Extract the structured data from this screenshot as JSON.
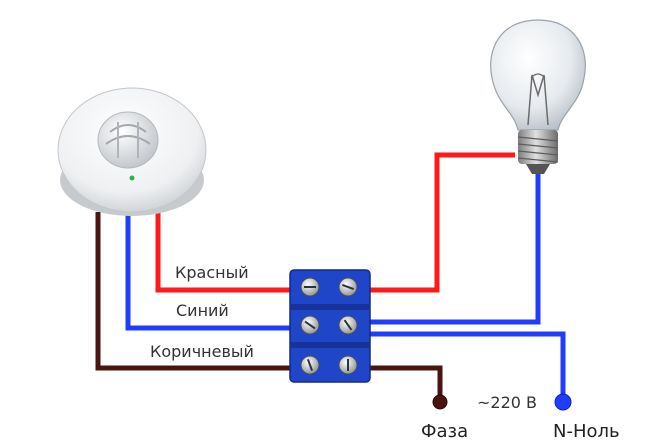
{
  "labels": {
    "red_wire": "Красный",
    "blue_wire": "Синий",
    "brown_wire": "Коричневый",
    "voltage": "~220 В",
    "phase": "Фаза",
    "neutral": "N-Ноль"
  },
  "colors": {
    "red": "#ff1a1a",
    "blue": "#1f3cff",
    "brown": "#4a1410",
    "terminal_blue": "#1f45c9"
  },
  "icons": {
    "sensor": "motion-sensor-icon",
    "bulb": "light-bulb-icon",
    "terminal": "terminal-block-icon"
  }
}
